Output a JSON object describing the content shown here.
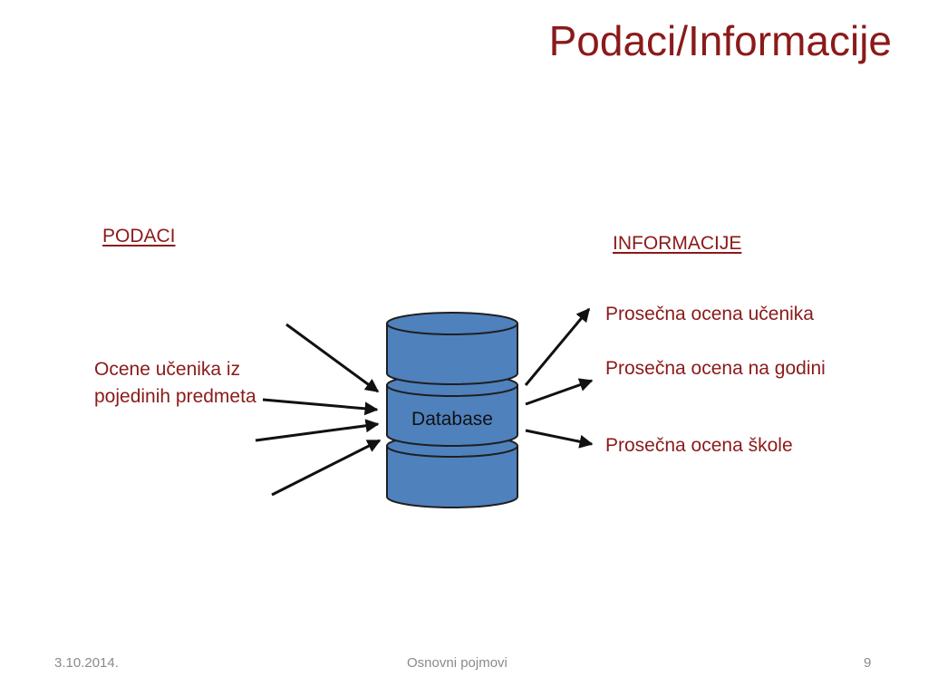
{
  "title": "Podaci/Informacije",
  "headings": {
    "data": "PODACI",
    "info": "INFORMACIJE"
  },
  "input_label": "Ocene učenika iz pojedinih predmeta",
  "database_label": "Database",
  "outputs": [
    "Prosečna ocena učenika",
    "Prosečna ocena na godini",
    "Prosečna ocena škole"
  ],
  "footer": {
    "date": "3.10.2014.",
    "center": "Osnovni pojmovi",
    "page": "9"
  },
  "colors": {
    "title": "#8b1a1a",
    "text": "#8b1a1a",
    "db_fill": "#4f81bd",
    "db_stroke": "#1f1f1f",
    "footer": "#8a8a8a"
  }
}
